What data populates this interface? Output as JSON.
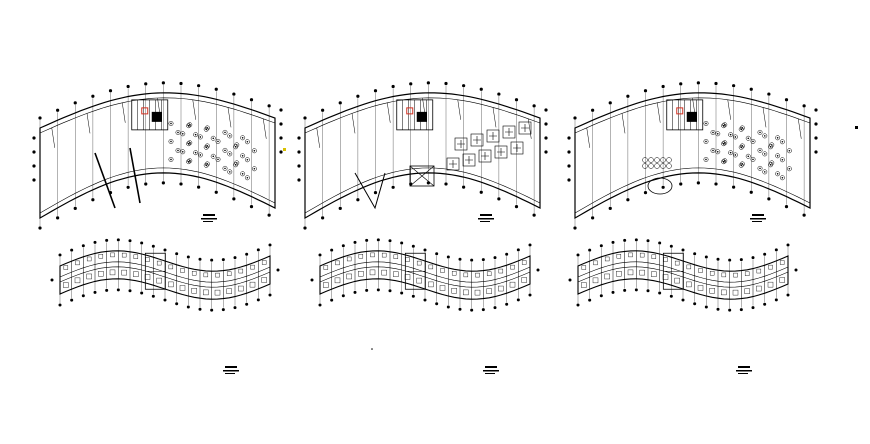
{
  "sheet": {
    "background": "#ffffff",
    "line_color": "#000000",
    "accent_color": "#d03020",
    "marker_color": "#d8c000"
  },
  "plans": [
    {
      "id": "podium-plan-1",
      "kind": "podium",
      "label": "",
      "scale": ""
    },
    {
      "id": "podium-plan-2",
      "kind": "podium",
      "label": "",
      "scale": ""
    },
    {
      "id": "podium-plan-3",
      "kind": "podium",
      "label": "",
      "scale": ""
    },
    {
      "id": "tower-plan-1",
      "kind": "tower",
      "label": "",
      "scale": ""
    },
    {
      "id": "tower-plan-2",
      "kind": "tower",
      "label": "",
      "scale": ""
    },
    {
      "id": "tower-plan-3",
      "kind": "tower",
      "label": "",
      "scale": ""
    }
  ]
}
